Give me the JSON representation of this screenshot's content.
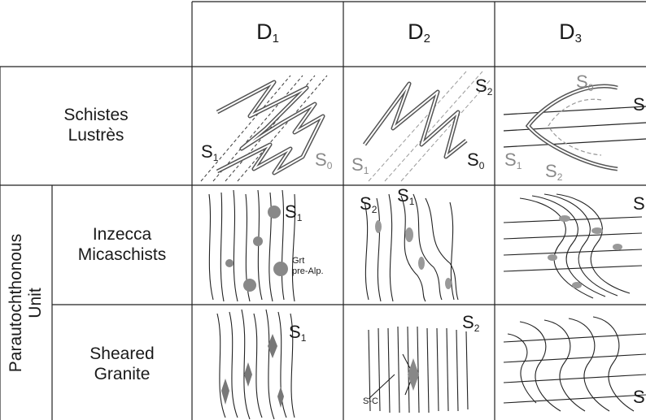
{
  "columns": [
    {
      "main": "D",
      "sub": "1"
    },
    {
      "main": "D",
      "sub": "2"
    },
    {
      "main": "D",
      "sub": "3"
    }
  ],
  "rows": {
    "schistes": {
      "line1": "Schistes",
      "line2": "Lustrès"
    },
    "unit": {
      "line1": "Parautochthonous",
      "line2": "Unit"
    },
    "inzecca": {
      "line1": "Inzecca",
      "line2": "Micaschists"
    },
    "granite": {
      "line1": "Sheared",
      "line2": "Granite"
    }
  },
  "labels": {
    "s": "S",
    "sub0": "0",
    "sub1": "1",
    "sub2": "2",
    "grt": "Grt",
    "prealp": "pre-Alp.",
    "sc": "S-C"
  },
  "colors": {
    "dark": "#3a3a3a",
    "gray": "#8a8a8a",
    "line": "#222222"
  }
}
